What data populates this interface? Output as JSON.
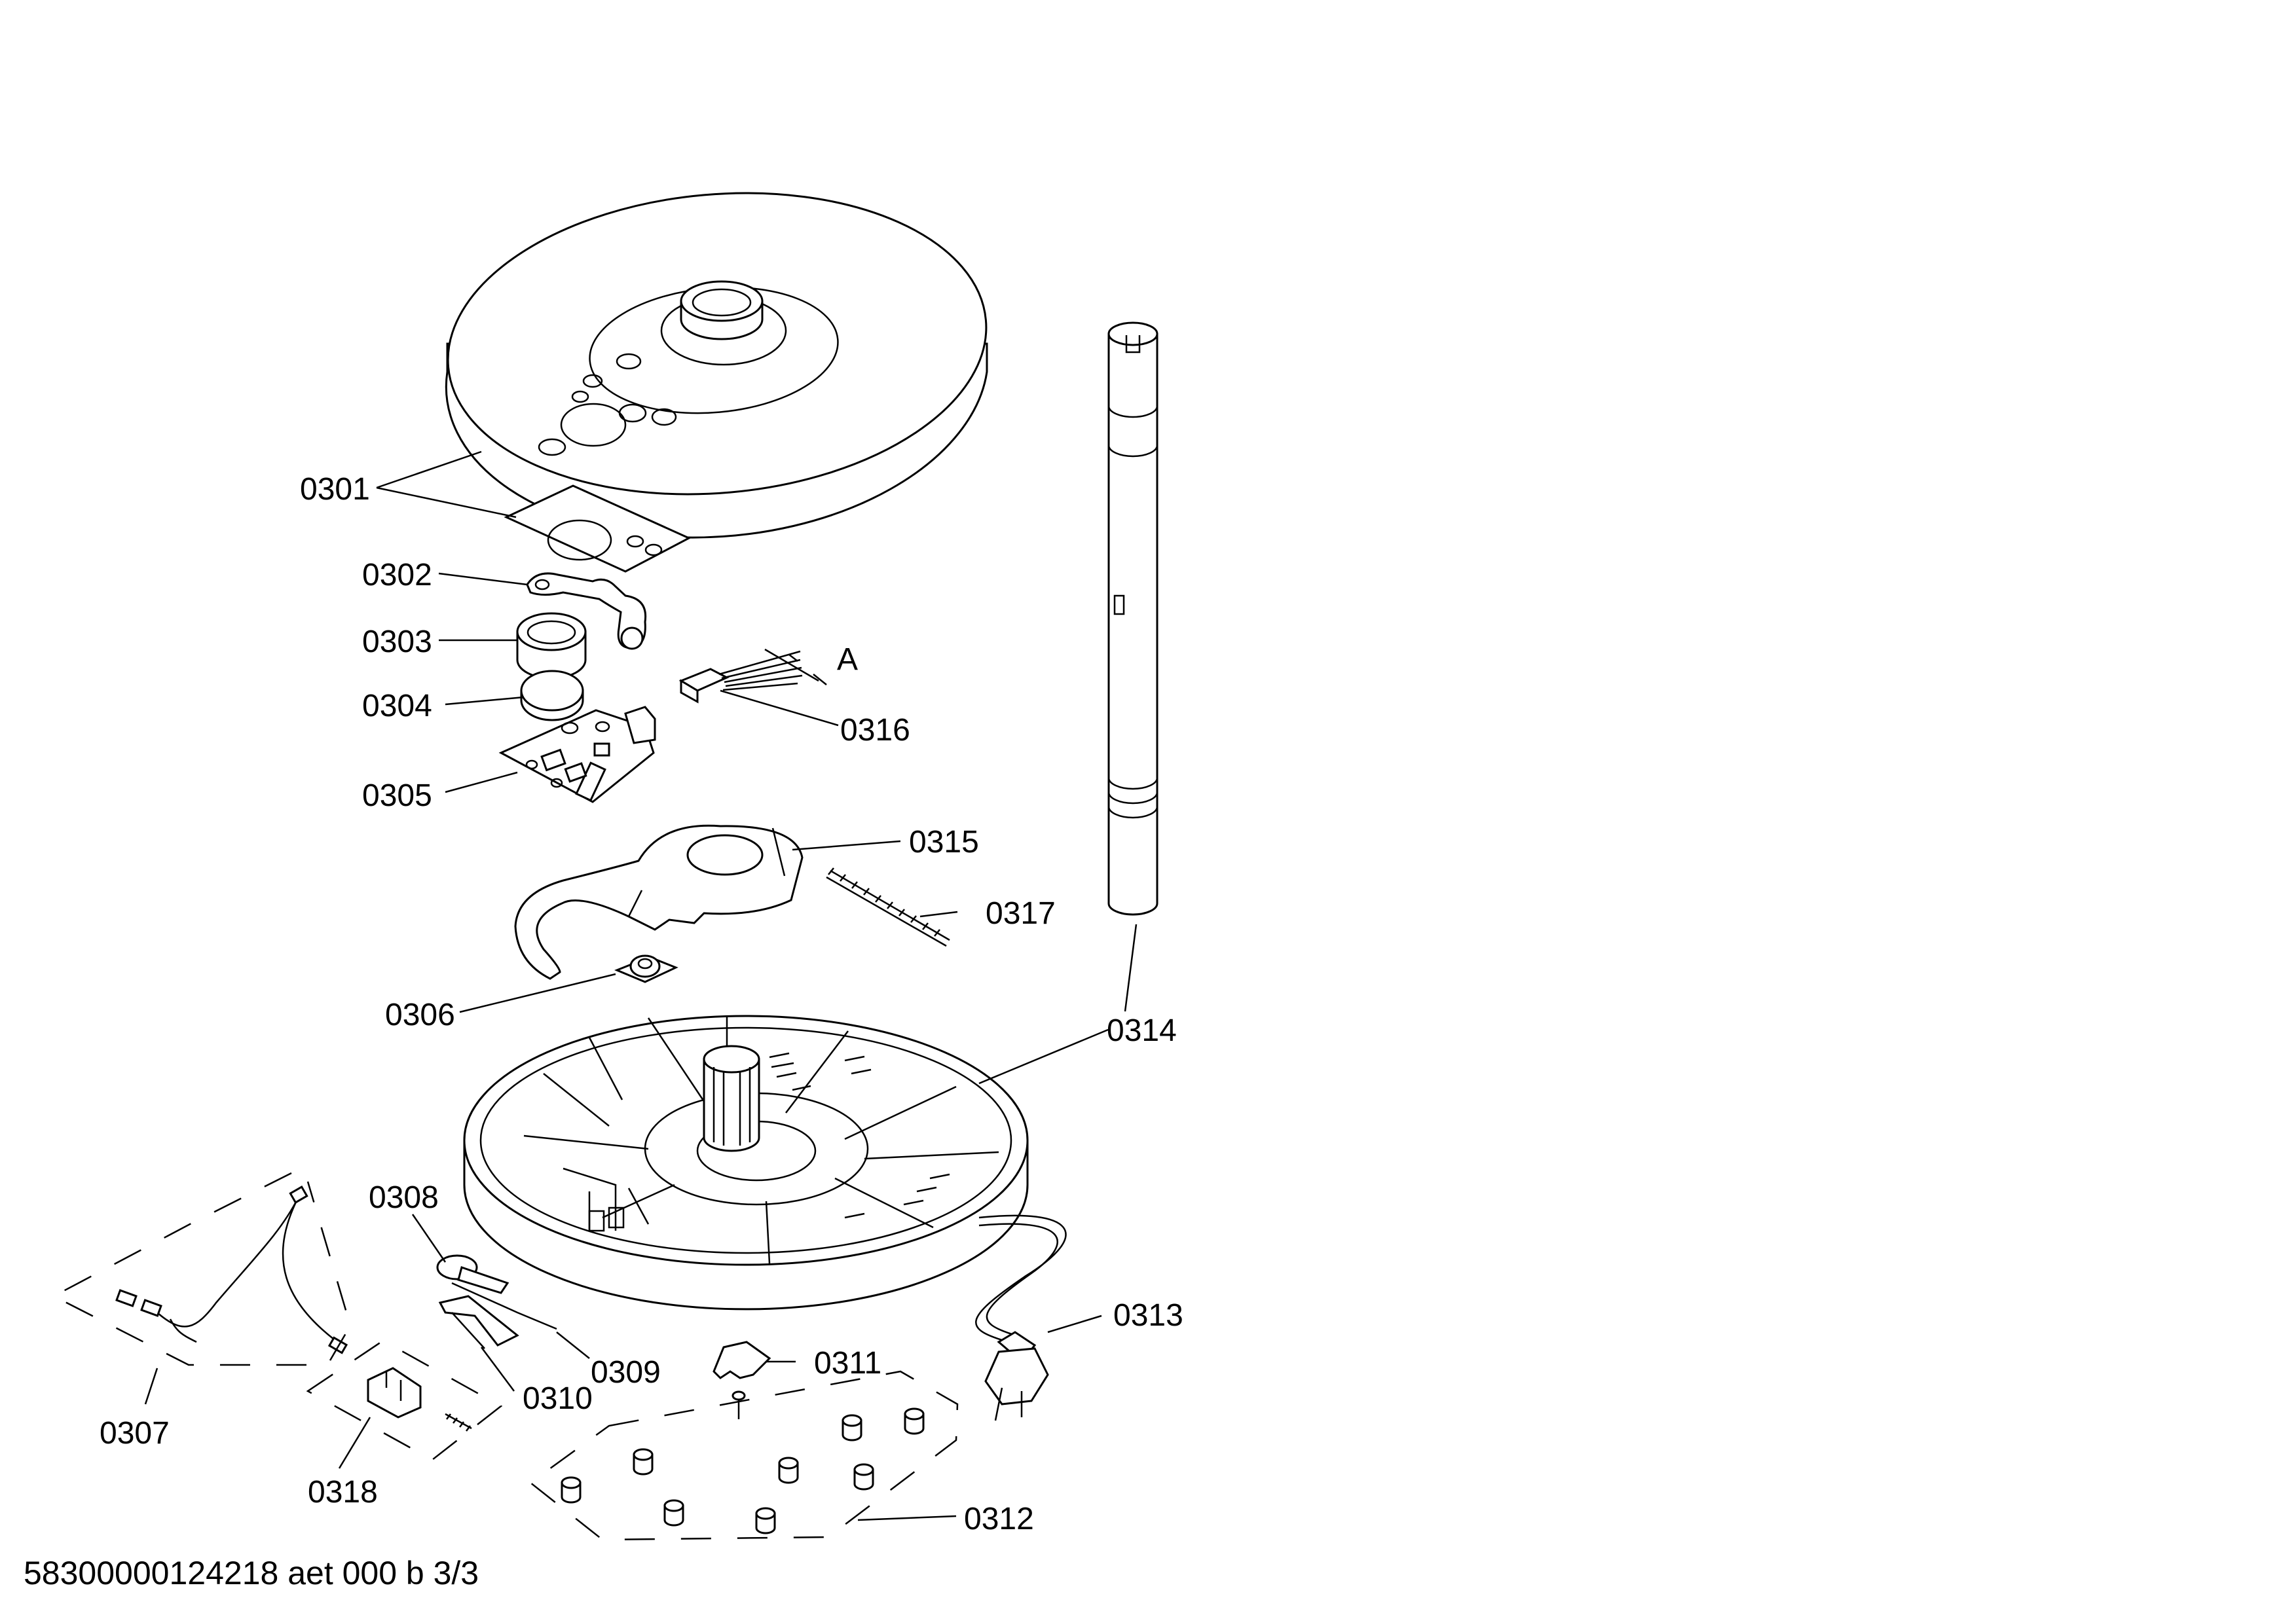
{
  "labels": {
    "p0301": "0301",
    "p0302": "0302",
    "p0303": "0303",
    "p0304": "0304",
    "p0305": "0305",
    "p0306": "0306",
    "p0307": "0307",
    "p0308": "0308",
    "p0309": "0309",
    "p0310": "0310",
    "p0311": "0311",
    "p0312": "0312",
    "p0313": "0313",
    "p0314": "0314",
    "p0315": "0315",
    "p0316": "0316",
    "p0317": "0317",
    "p0318": "0318",
    "connector": "A"
  },
  "footer": "58300000124218 aet 000 b 3/3"
}
